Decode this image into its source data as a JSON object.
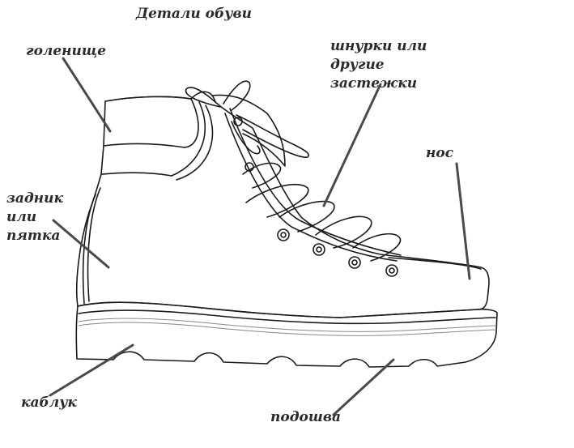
{
  "title": "Детали обуви",
  "labels": {
    "shaft": "голенище",
    "laces": [
      "шнурки или",
      "другие",
      "застежки"
    ],
    "toe": "нос",
    "heel_counter": [
      "задник",
      "или",
      "пятка"
    ],
    "heel": "каблук",
    "sole": "подошва"
  },
  "colors": {
    "line": "#1a1a1a",
    "pointer": "#4a4a4a",
    "text": "#2a2a2a",
    "background": "#ffffff"
  }
}
